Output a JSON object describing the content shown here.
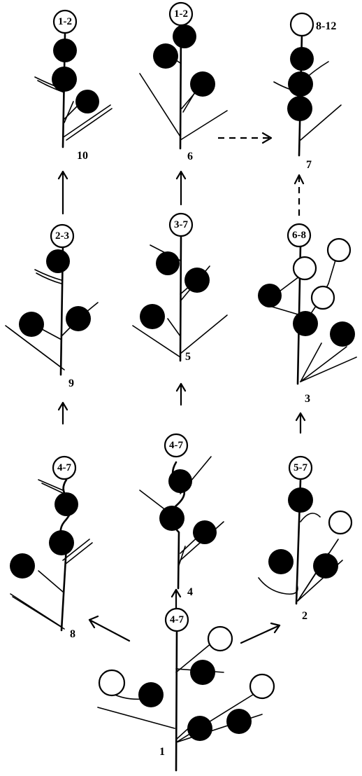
{
  "stages": [
    {
      "id": "stage-1",
      "number": "1",
      "badge": "4-7"
    },
    {
      "id": "stage-2",
      "number": "2",
      "badge": "5-7"
    },
    {
      "id": "stage-3",
      "number": "3",
      "badge": "6-8"
    },
    {
      "id": "stage-4",
      "number": "4",
      "badge": "4-7"
    },
    {
      "id": "stage-5",
      "number": "5",
      "badge": "3-7"
    },
    {
      "id": "stage-6",
      "number": "6",
      "badge": "1-2"
    },
    {
      "id": "stage-7",
      "number": "7",
      "badge": "8-12"
    },
    {
      "id": "stage-8",
      "number": "8",
      "badge": "4-7"
    },
    {
      "id": "stage-9",
      "number": "9",
      "badge": "2-3"
    },
    {
      "id": "stage-10",
      "number": "10",
      "badge": "1-2"
    }
  ],
  "colors": {
    "ink": "#000000",
    "paper": "#ffffff"
  }
}
